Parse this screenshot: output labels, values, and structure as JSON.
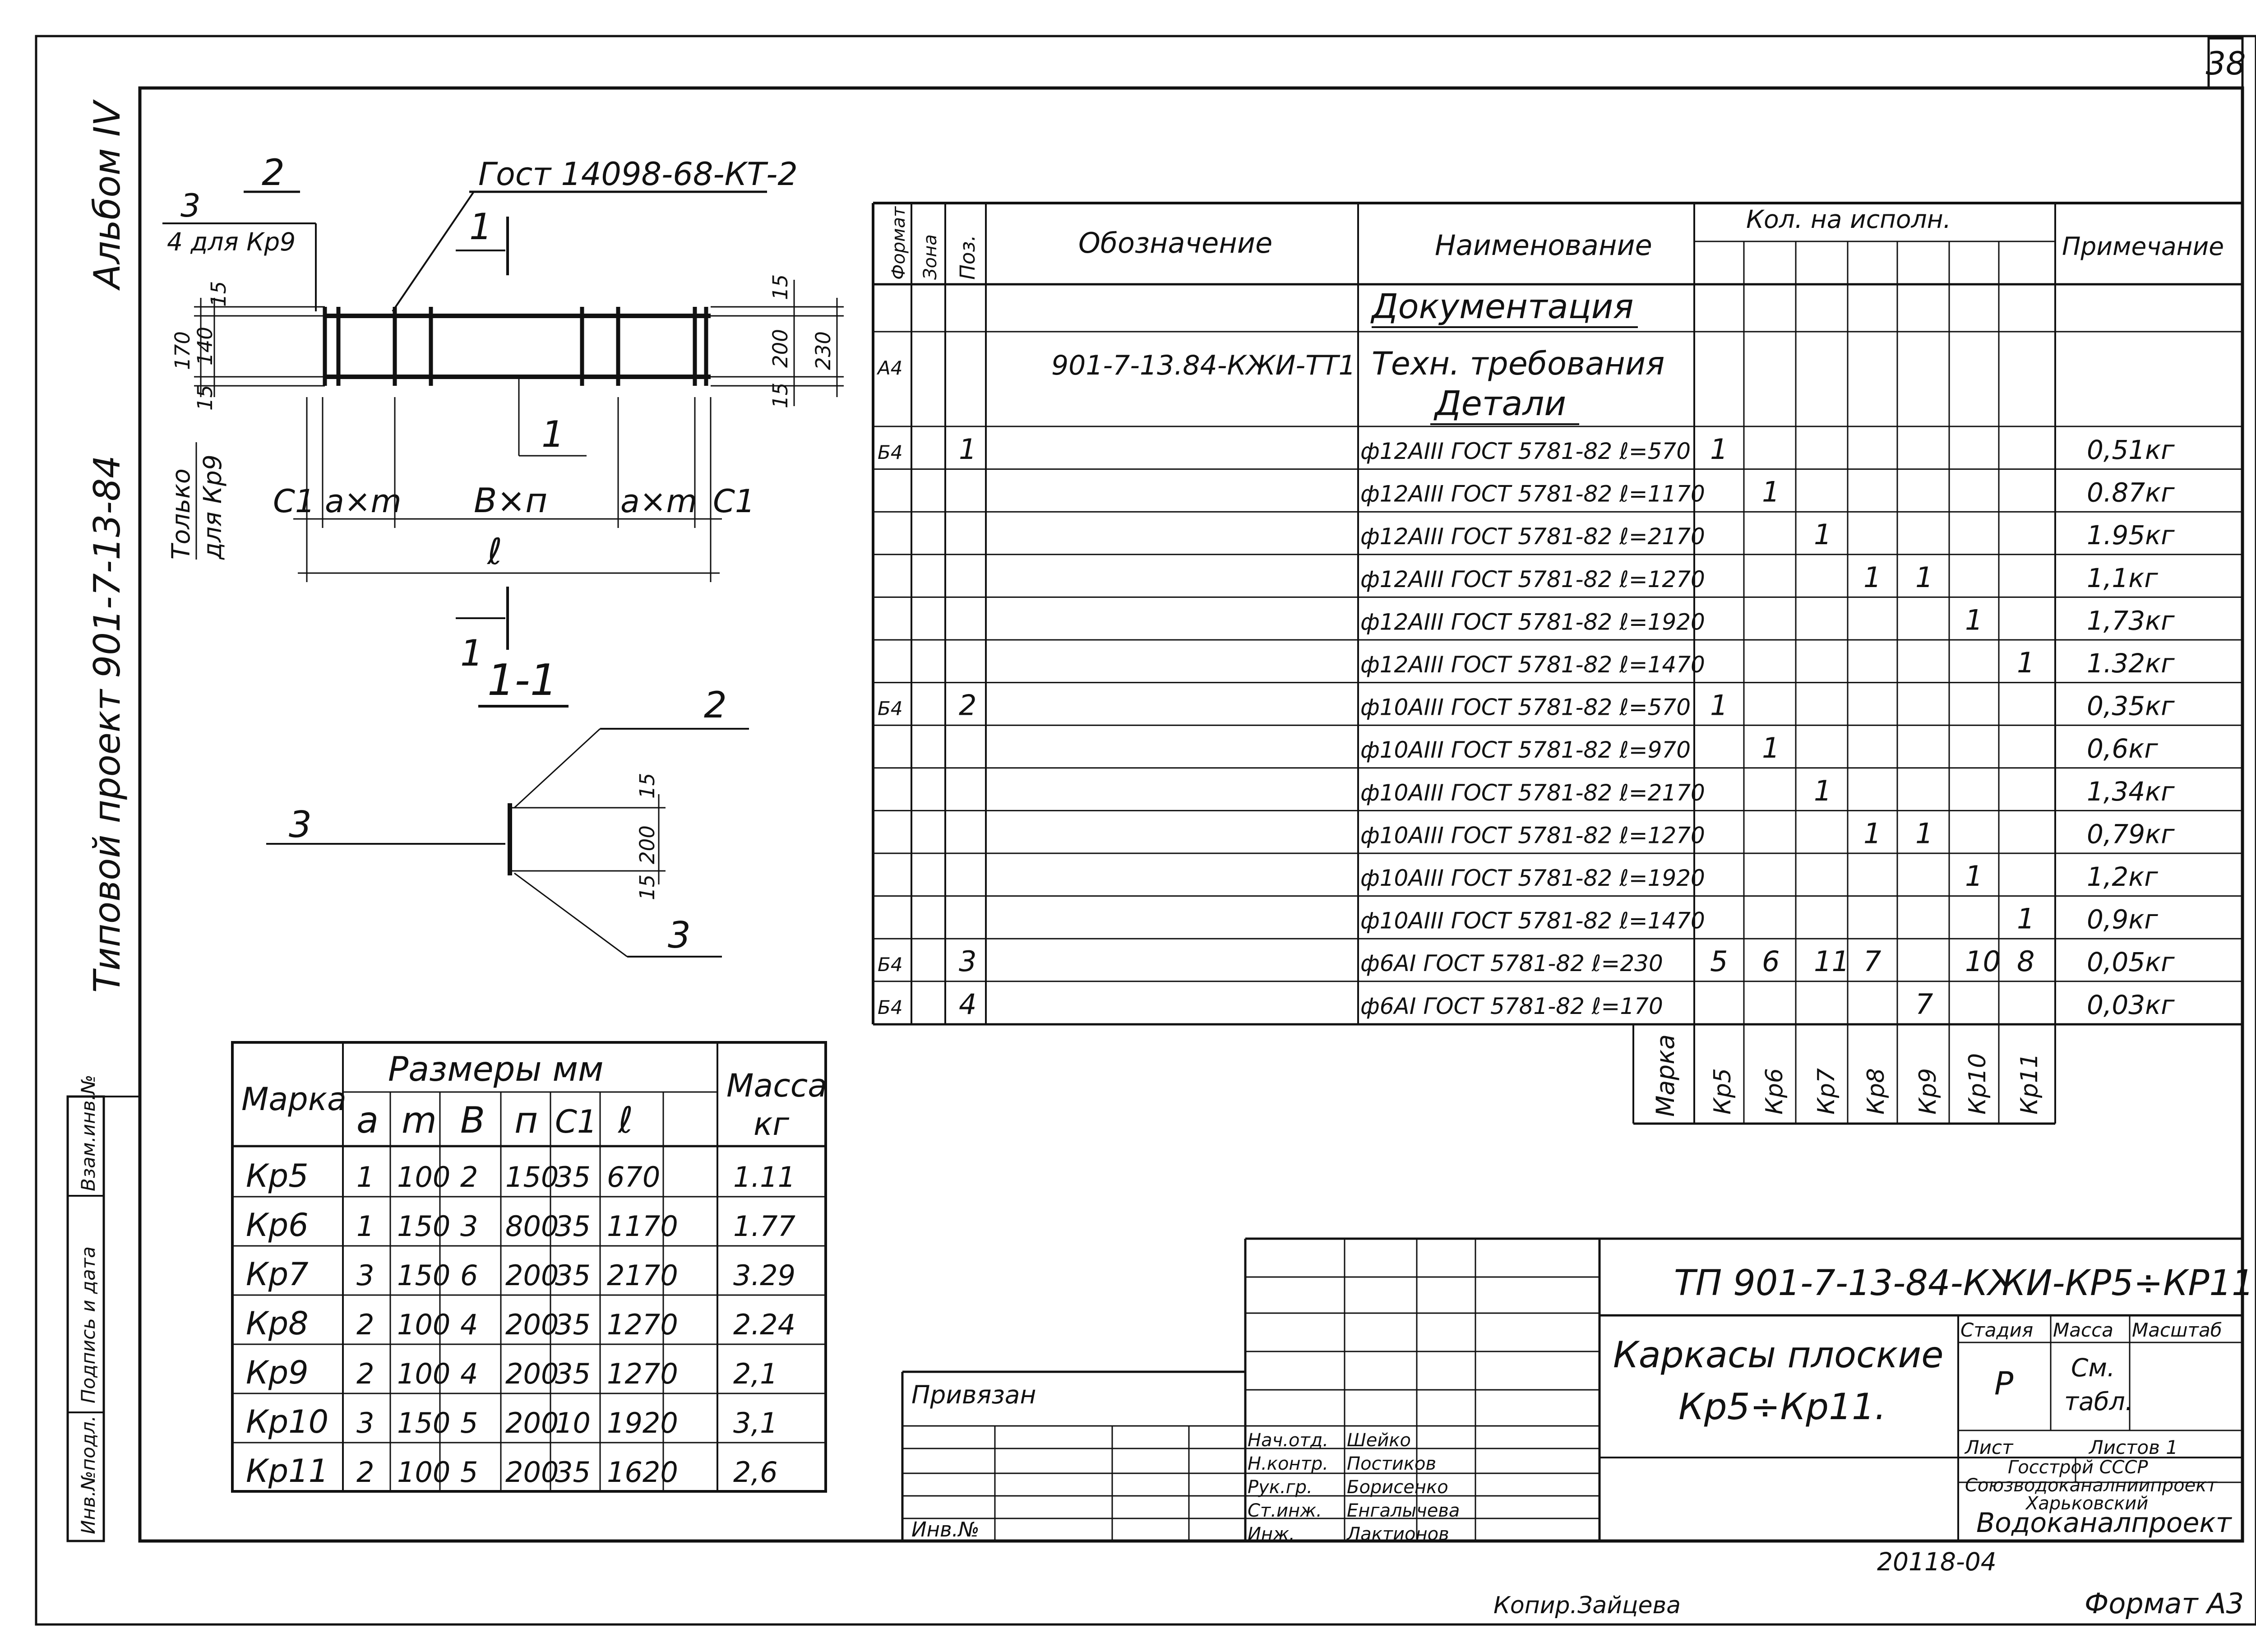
{
  "sheet_number": "38",
  "side_labels": {
    "album": "Альбом IV",
    "project": "Типовой проект 901-7-13-84"
  },
  "drawing": {
    "label_2": "2",
    "gost_label": "Гост 14098-68-КТ-2",
    "label_3": "3",
    "label_kr9_note": "4 для Кр9",
    "section_mark": "1",
    "dim_15a": "15",
    "dim_140": "140",
    "dim_170": "170",
    "dim_15b": "15",
    "dim_right_15a": "15",
    "dim_200": "200",
    "dim_230": "230",
    "dim_right_15b": "15",
    "only_for_a": "Только",
    "only_for_b": "для Кр9",
    "c1": "С1",
    "axm": "а×m",
    "bxn": "В×п",
    "l": "ℓ",
    "pos1": "1",
    "section_title": "1-1",
    "sec_label_2": "2",
    "sec_label_3a": "3",
    "sec_label_3b": "3",
    "sec_15a": "15",
    "sec_200": "200",
    "sec_15b": "15"
  },
  "dims_table": {
    "header_mark": "Марка",
    "header_sizes": "Размеры мм",
    "header_mass_a": "Масса",
    "header_mass_b": "кг",
    "cols": [
      "а",
      "m",
      "В",
      "п",
      "С1",
      "ℓ"
    ],
    "rows": [
      [
        "Кр5",
        "1",
        "100",
        "2",
        "150",
        "35",
        "670",
        "1.11"
      ],
      [
        "Кр6",
        "1",
        "150",
        "3",
        "800",
        "35",
        "1170",
        "1.77"
      ],
      [
        "Кр7",
        "3",
        "150",
        "6",
        "200",
        "35",
        "2170",
        "3.29"
      ],
      [
        "Кр8",
        "2",
        "100",
        "4",
        "200",
        "35",
        "1270",
        "2.24"
      ],
      [
        "Кр9",
        "2",
        "100",
        "4",
        "200",
        "35",
        "1270",
        "2,1"
      ],
      [
        "Кр10",
        "3",
        "150",
        "5",
        "200",
        "10",
        "1920",
        "3,1"
      ],
      [
        "Кр11",
        "2",
        "100",
        "5",
        "200",
        "35",
        "1620",
        "2,6"
      ]
    ]
  },
  "spec_table": {
    "h_format": "Формат",
    "h_zone": "Зона",
    "h_pos": "Поз.",
    "h_designation": "Обозначение",
    "h_name": "Наименование",
    "h_qty": "Кол. на исполн.",
    "h_note": "Примечание",
    "section_docs": "Документация",
    "doc_row": {
      "format": "А4",
      "designation": "901-7-13.84-КЖИ-ТТ1",
      "name": "Техн. требования"
    },
    "section_details": "Детали",
    "rows": [
      {
        "format": "Б4",
        "pos": "1",
        "name": "ф12АIII ГОСТ 5781-82 ℓ=570",
        "qty": [
          "1",
          "",
          "",
          "",
          "",
          "",
          ""
        ],
        "note": "0,51кг"
      },
      {
        "format": "",
        "pos": "",
        "name": "ф12АIII ГОСТ 5781-82 ℓ=1170",
        "qty": [
          "",
          "1",
          "",
          "",
          "",
          "",
          ""
        ],
        "note": "0.87кг"
      },
      {
        "format": "",
        "pos": "",
        "name": "ф12АIII ГОСТ 5781-82 ℓ=2170",
        "qty": [
          "",
          "",
          "1",
          "",
          "",
          "",
          ""
        ],
        "note": "1.95кг"
      },
      {
        "format": "",
        "pos": "",
        "name": "ф12АIII ГОСТ 5781-82 ℓ=1270",
        "qty": [
          "",
          "",
          "",
          "1",
          "1",
          "",
          ""
        ],
        "note": "1,1кг"
      },
      {
        "format": "",
        "pos": "",
        "name": "ф12АIII ГОСТ 5781-82 ℓ=1920",
        "qty": [
          "",
          "",
          "",
          "",
          "",
          "1",
          ""
        ],
        "note": "1,73кг"
      },
      {
        "format": "",
        "pos": "",
        "name": "ф12АIII ГОСТ 5781-82 ℓ=1470",
        "qty": [
          "",
          "",
          "",
          "",
          "",
          "",
          "1"
        ],
        "note": "1.32кг"
      },
      {
        "format": "Б4",
        "pos": "2",
        "name": "ф10АIII ГОСТ 5781-82 ℓ=570",
        "qty": [
          "1",
          "",
          "",
          "",
          "",
          "",
          ""
        ],
        "note": "0,35кг"
      },
      {
        "format": "",
        "pos": "",
        "name": "ф10АIII ГОСТ 5781-82 ℓ=970",
        "qty": [
          "",
          "1",
          "",
          "",
          "",
          "",
          ""
        ],
        "note": "0,6кг"
      },
      {
        "format": "",
        "pos": "",
        "name": "ф10АIII ГОСТ 5781-82 ℓ=2170",
        "qty": [
          "",
          "",
          "1",
          "",
          "",
          "",
          ""
        ],
        "note": "1,34кг"
      },
      {
        "format": "",
        "pos": "",
        "name": "ф10АIII ГОСТ 5781-82 ℓ=1270",
        "qty": [
          "",
          "",
          "",
          "1",
          "1",
          "",
          ""
        ],
        "note": "0,79кг"
      },
      {
        "format": "",
        "pos": "",
        "name": "ф10АIII ГОСТ 5781-82 ℓ=1920",
        "qty": [
          "",
          "",
          "",
          "",
          "",
          "1",
          ""
        ],
        "note": "1,2кг"
      },
      {
        "format": "",
        "pos": "",
        "name": "ф10АIII ГОСТ 5781-82 ℓ=1470",
        "qty": [
          "",
          "",
          "",
          "",
          "",
          "",
          "1"
        ],
        "note": "0,9кг"
      },
      {
        "format": "Б4",
        "pos": "3",
        "name": "ф6АI ГОСТ 5781-82 ℓ=230",
        "qty": [
          "5",
          "6",
          "11",
          "7",
          "",
          "10",
          "8"
        ],
        "note": "0,05кг"
      },
      {
        "format": "Б4",
        "pos": "4",
        "name": "ф6АI ГОСТ 5781-82 ℓ=170",
        "qty": [
          "",
          "",
          "",
          "",
          "7",
          "",
          ""
        ],
        "note": "0,03кг"
      }
    ],
    "marks_label": "Марка",
    "marks": [
      "Кр5",
      "Кр6",
      "Кр7",
      "Кр8",
      "Кр9",
      "Кр10",
      "Кр11"
    ]
  },
  "left_strip": [
    "Инв.№подл.",
    "Подпись и дата",
    "Взам.инв.№"
  ],
  "title_block": {
    "doc_code": "ТП 901-7-13-84-КЖИ-КР5÷КР11",
    "title_a": "Каркасы плоские",
    "title_b": "Кр5÷Кр11.",
    "stage_h": "Стадия",
    "mass_h": "Масса",
    "scale_h": "Масштаб",
    "stage": "Р",
    "mass_a": "См.",
    "mass_b": "табл.",
    "sheet_h": "Лист",
    "sheets_h": "Листов 1",
    "org_1": "Госстрой СССР",
    "org_2": "Союзводоканалниипроект",
    "org_3": "Харьковский",
    "org_4": "Водоканалпроект",
    "bound": "Привязан",
    "inv_no": "Инв.№",
    "roles": [
      "Нач.отд.",
      "Н.контр.",
      "Рук.гр.",
      "Ст.инж.",
      "Инж."
    ],
    "names": [
      "Шейко",
      "Постиков",
      "Борисенко",
      "Енгалычева",
      "Лактионов"
    ]
  },
  "footer": {
    "order": "20118-04",
    "copied": "Копир.Зайцева",
    "format": "Формат А3"
  }
}
